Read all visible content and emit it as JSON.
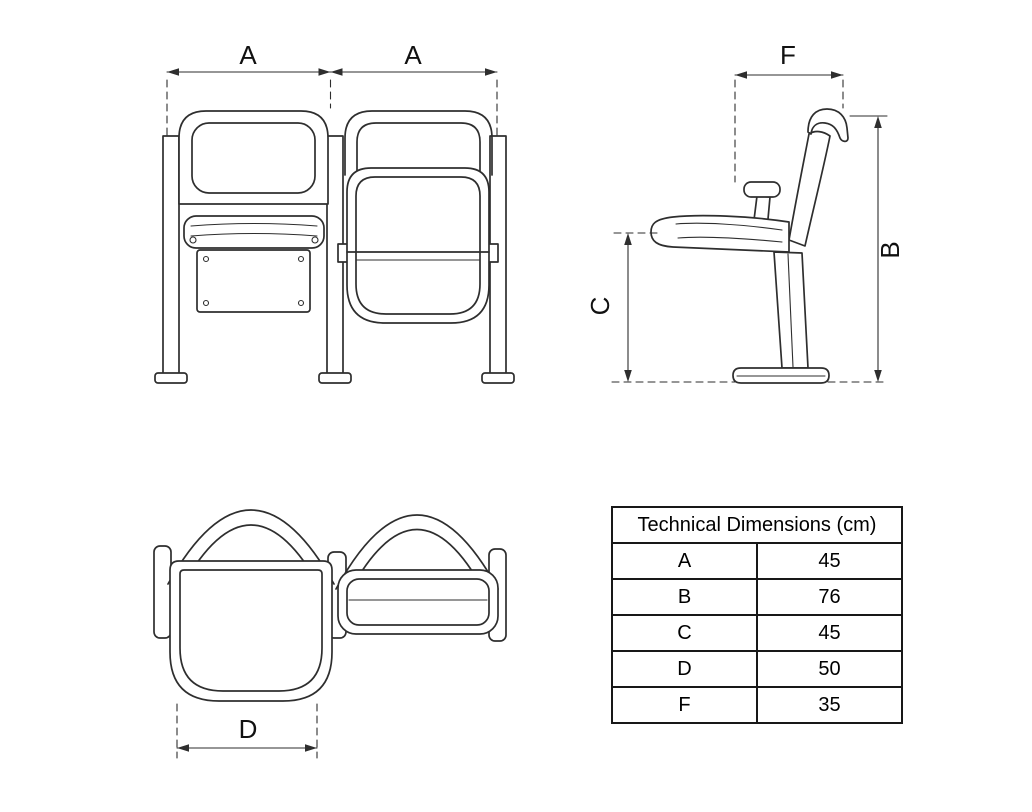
{
  "drawing": {
    "front_view": {
      "dim_left_label": "A",
      "dim_right_label": "A"
    },
    "side_view": {
      "dim_top_label": "F",
      "dim_front_height_label": "C",
      "dim_back_height_label": "B"
    },
    "top_view": {
      "dim_depth_label": "D"
    }
  },
  "table": {
    "title": "Technical Dimensions (cm)",
    "rows": [
      {
        "label": "A",
        "value": "45"
      },
      {
        "label": "B",
        "value": "76"
      },
      {
        "label": "C",
        "value": "45"
      },
      {
        "label": "D",
        "value": "50"
      },
      {
        "label": "F",
        "value": "35"
      }
    ]
  },
  "colors": {
    "line": "#2e2e2e",
    "text": "#111111",
    "background": "#ffffff"
  }
}
